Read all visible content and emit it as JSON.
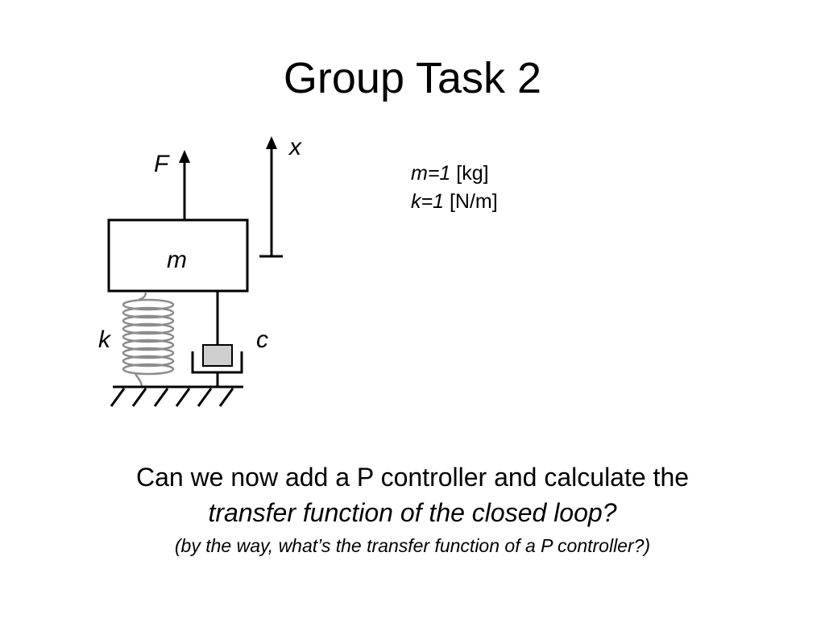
{
  "slide": {
    "title": "Group Task 2"
  },
  "diagram": {
    "labels": {
      "force": "F",
      "displacement": "x",
      "mass": "m",
      "spring": "k",
      "damper": "c"
    },
    "colors": {
      "stroke": "#000000",
      "spring": "#8c8c8c",
      "damper_piston": "#cfcfcf"
    }
  },
  "params": {
    "mass_symbol": "m=1",
    "mass_unit": "[kg]",
    "spring_symbol": "k=1",
    "spring_unit": "[N/m]"
  },
  "question": {
    "line1": "Can we now add a P controller and calculate the",
    "line2": "transfer function of the closed loop?",
    "line3": "(by the way, what’s the transfer function of a P controller?)"
  }
}
